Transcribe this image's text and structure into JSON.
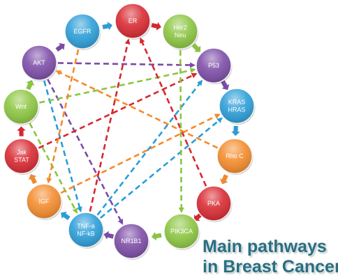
{
  "title_lines": [
    "Main pathways",
    "in Breast Cancer"
  ],
  "nodes": [
    {
      "id": "ER",
      "lines": [
        "ER"
      ],
      "color": "#d8272f"
    },
    {
      "id": "Her2Neu",
      "lines": [
        "Her2",
        "Neu"
      ],
      "color": "#8bc53f"
    },
    {
      "id": "P53",
      "lines": [
        "P53"
      ],
      "color": "#7b4ba6"
    },
    {
      "id": "KRAS",
      "lines": [
        "KRAS",
        "HRAS"
      ],
      "color": "#2a9dd8"
    },
    {
      "id": "RhoC",
      "lines": [
        "Rho C"
      ],
      "color": "#f48a2a"
    },
    {
      "id": "PKA",
      "lines": [
        "PKA"
      ],
      "color": "#d8272f"
    },
    {
      "id": "PIK3CA",
      "lines": [
        "PIK3CA"
      ],
      "color": "#8bc53f"
    },
    {
      "id": "NR1B1",
      "lines": [
        "NR1B1"
      ],
      "color": "#7b4ba6"
    },
    {
      "id": "TNF",
      "lines": [
        "TNF-a",
        "NF-kB"
      ],
      "color": "#2a9dd8"
    },
    {
      "id": "IGF",
      "lines": [
        "IGF"
      ],
      "color": "#f48a2a"
    },
    {
      "id": "Jak",
      "lines": [
        "Jak",
        "STAT"
      ],
      "color": "#d8272f"
    },
    {
      "id": "Wnt",
      "lines": [
        "Wnt"
      ],
      "color": "#8bc53f"
    },
    {
      "id": "AKT",
      "lines": [
        "AKT"
      ],
      "color": "#7b4ba6"
    },
    {
      "id": "EGFR",
      "lines": [
        "EGFR"
      ],
      "color": "#2a9dd8"
    }
  ],
  "ring_arrows": [
    {
      "from": "EGFR",
      "to": "ER",
      "color": "#2a9dd8"
    },
    {
      "from": "ER",
      "to": "Her2Neu",
      "color": "#d8272f"
    },
    {
      "from": "Her2Neu",
      "to": "P53",
      "color": "#8bc53f"
    },
    {
      "from": "P53",
      "to": "KRAS",
      "color": "#7b4ba6"
    },
    {
      "from": "KRAS",
      "to": "RhoC",
      "color": "#2a9dd8"
    },
    {
      "from": "RhoC",
      "to": "PKA",
      "color": "#f48a2a"
    },
    {
      "from": "PKA",
      "to": "PIK3CA",
      "color": "#d8272f"
    },
    {
      "from": "PIK3CA",
      "to": "NR1B1",
      "color": "#8bc53f"
    },
    {
      "from": "NR1B1",
      "to": "TNF",
      "color": "#7b4ba6"
    },
    {
      "from": "TNF",
      "to": "IGF",
      "color": "#2a9dd8"
    },
    {
      "from": "IGF",
      "to": "Jak",
      "color": "#f48a2a"
    },
    {
      "from": "Jak",
      "to": "Wnt",
      "color": "#d8272f"
    },
    {
      "from": "Wnt",
      "to": "AKT",
      "color": "#8bc53f"
    },
    {
      "from": "AKT",
      "to": "EGFR",
      "color": "#7b4ba6"
    }
  ],
  "edges": [
    {
      "from": "AKT",
      "to": "P53",
      "color": "#7b4ba6"
    },
    {
      "from": "AKT",
      "to": "NR1B1",
      "color": "#7b4ba6"
    },
    {
      "from": "AKT",
      "to": "TNF",
      "color": "#2a9dd8"
    },
    {
      "from": "Wnt",
      "to": "P53",
      "color": "#8bc53f"
    },
    {
      "from": "Wnt",
      "to": "TNF",
      "color": "#8bc53f"
    },
    {
      "from": "Jak",
      "to": "P53",
      "color": "#d8272f"
    },
    {
      "from": "IGF",
      "to": "KRAS",
      "color": "#f48a2a"
    },
    {
      "from": "TNF",
      "to": "ER",
      "color": "#d8272f"
    },
    {
      "from": "TNF",
      "to": "KRAS",
      "color": "#2a9dd8"
    },
    {
      "from": "TNF",
      "to": "P53",
      "color": "#2a9dd8"
    },
    {
      "from": "PKA",
      "to": "ER",
      "color": "#d8272f"
    },
    {
      "from": "RhoC",
      "to": "AKT",
      "color": "#f48a2a"
    },
    {
      "from": "Her2Neu",
      "to": "PIK3CA",
      "color": "#8bc53f"
    },
    {
      "from": "EGFR",
      "to": "IGF",
      "color": "#f48a2a"
    }
  ]
}
